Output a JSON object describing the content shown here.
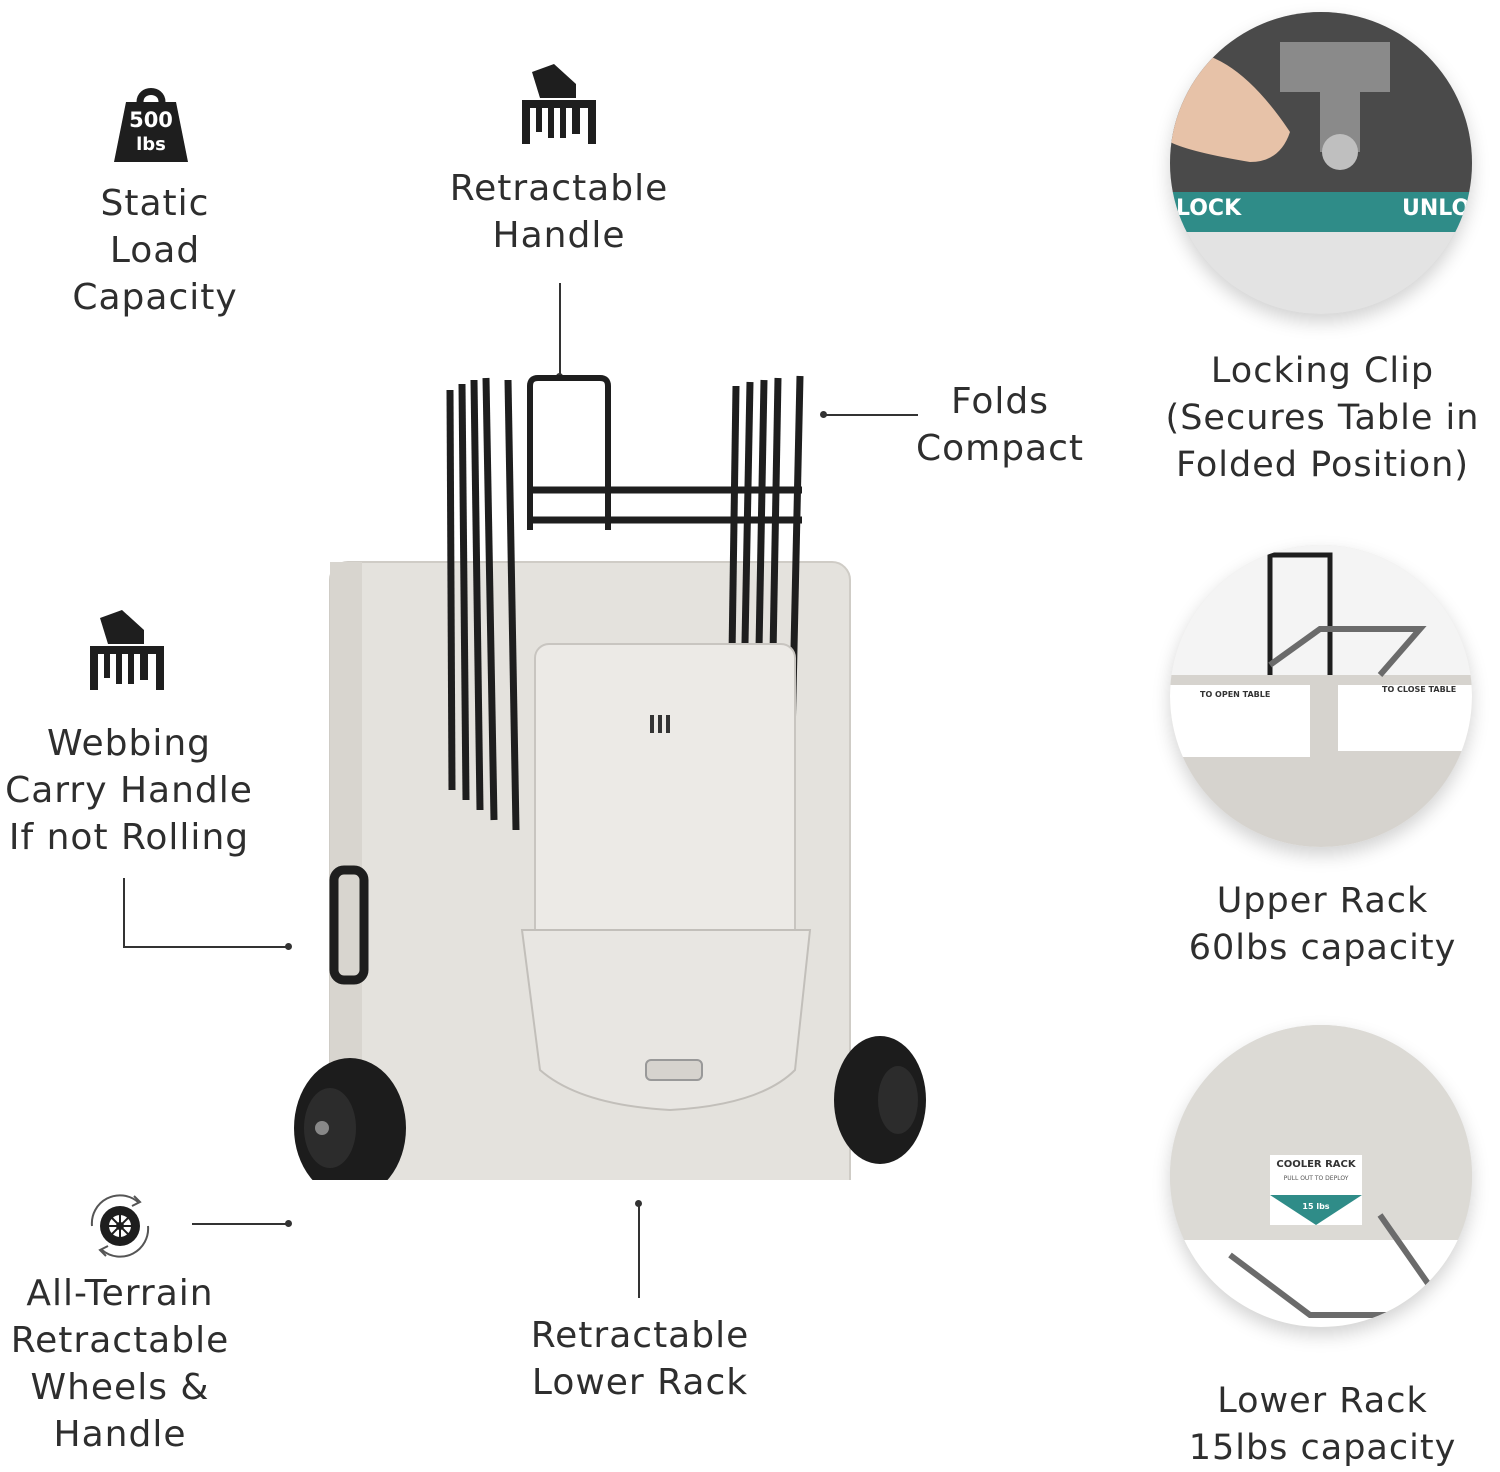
{
  "features": {
    "static_load": {
      "badge_top": "500",
      "badge_bottom": "lbs",
      "lines": [
        "Static",
        "Load",
        "Capacity"
      ],
      "icon": "weight-icon"
    },
    "retractable_handle": {
      "lines": [
        "Retractable",
        "Handle"
      ],
      "icon": "hand-grip-icon"
    },
    "folds_compact": {
      "lines": [
        "Folds",
        "Compact"
      ]
    },
    "webbing_handle": {
      "lines": [
        "Webbing",
        "Carry Handle",
        "If not Rolling"
      ],
      "icon": "hand-grip-icon"
    },
    "all_terrain": {
      "lines": [
        "All-Terrain",
        "Retractable",
        "Wheels &",
        "Handle"
      ],
      "icon": "wheel-icon"
    },
    "lower_rack": {
      "lines": [
        "Retractable",
        "Lower Rack"
      ]
    }
  },
  "insets": {
    "locking_clip": {
      "lines": [
        "Locking Clip",
        "(Secures Table in",
        "Folded Position)"
      ],
      "tag_lock": "LOCK",
      "tag_unlock": "UNLO"
    },
    "upper_rack": {
      "lines": [
        "Upper Rack",
        "60lbs capacity"
      ],
      "sticker_open": "TO OPEN TABLE",
      "sticker_close": "TO CLOSE TABLE"
    },
    "lower_rack_inset": {
      "lines": [
        "Lower Rack",
        "15lbs capacity"
      ],
      "sticker_title": "COOLER RACK",
      "sticker_sub": "PULL OUT TO DEPLOY",
      "sticker_weight": "15 lbs"
    }
  },
  "colors": {
    "text": "#2e2e2e",
    "table": "#e2e0db",
    "frame": "#1e1e1e",
    "teal": "#2f8c88"
  }
}
